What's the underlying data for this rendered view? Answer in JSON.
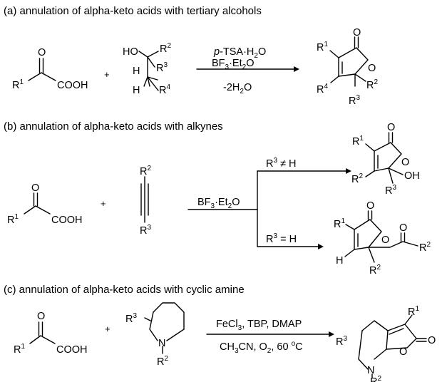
{
  "panels": [
    {
      "heading": "(a) annulation of alpha-keto acids with tertiary alcohols",
      "acid": {
        "oxo": "O",
        "r": "R",
        "r_sup": "1",
        "acid_group": "COOH"
      },
      "plus": "+",
      "alcohol": {
        "ho": "HO",
        "r2": "R",
        "r2_sup": "2",
        "r3": "R",
        "r3_sup": "3",
        "r4": "R",
        "r4_sup": "4",
        "h1": "H",
        "h2": "H"
      },
      "conditions": {
        "line1_italic": "p",
        "line1_rest": "-TSA·H",
        "line1_sub": "2",
        "line1_tail": "O",
        "line2": "BF",
        "line2_sub1": "3",
        "line2_mid": "·Et",
        "line2_sub2": "2",
        "line2_tail": "O",
        "line3": "-2H",
        "line3_sub": "2",
        "line3_tail": "O"
      },
      "product": {
        "carbonyl_o": "O",
        "ring_o": "O",
        "r1": "R",
        "r1_sup": "1",
        "r2": "R",
        "r2_sup": "2",
        "r3": "R",
        "r3_sup": "3",
        "r4": "R",
        "r4_sup": "4"
      }
    },
    {
      "heading": "(b) annulation of alpha-keto acids with alkynes",
      "acid": {
        "oxo": "O",
        "r": "R",
        "r_sup": "1",
        "acid_group": "COOH"
      },
      "plus": "+",
      "alkyne": {
        "r2": "R",
        "r2_sup": "2",
        "r3": "R",
        "r3_sup": "3"
      },
      "conditions": {
        "reagent": "BF",
        "reagent_sub1": "3",
        "reagent_mid": "·Et",
        "reagent_sub2": "2",
        "reagent_tail": "O"
      },
      "branch_top": {
        "label": "R",
        "sup": "3",
        "op": " ≠ H"
      },
      "branch_bottom": {
        "label": "R",
        "sup": "3",
        "op": " = H"
      },
      "product_top": {
        "carbonyl_o": "O",
        "ring_o": "O",
        "r1": "R",
        "r1_sup": "1",
        "r2": "R",
        "r2_sup": "2",
        "r3": "R",
        "r3_sup": "3",
        "oh": "OH"
      },
      "product_bottom": {
        "carbonyl_o": "O",
        "ring_o": "O",
        "ketone_o": "O",
        "r1": "R",
        "r1_sup": "1",
        "r2_chain": "R",
        "r2_chain_sup": "2",
        "r2_ring": "R",
        "r2_ring_sup": "2",
        "h": "H"
      }
    },
    {
      "heading": "(c) annulation of alpha-keto acids with cyclic amine",
      "acid": {
        "oxo": "O",
        "r": "R",
        "r_sup": "1",
        "acid_group": "COOH"
      },
      "plus": "+",
      "amine": {
        "r3": "R",
        "r3_sup": "3",
        "n": "N",
        "r2": "R",
        "r2_sup": "2"
      },
      "conditions": {
        "line1": "FeCl",
        "line1_sub": "3",
        "line1_tail": ", TBP, DMAP",
        "line2": "CH",
        "line2_sub1": "3",
        "line2_mid": "CN, O",
        "line2_sub2": "2",
        "line2_tail": ", 60 ",
        "line2_sup": "o",
        "line2_end": "C"
      },
      "product": {
        "carbonyl_o": "O",
        "ring_o": "O",
        "n": "N",
        "r1": "R",
        "r1_sup": "1",
        "r2": "R",
        "r2_sup": "2",
        "r3": "R",
        "r3_sup": "3"
      }
    }
  ]
}
